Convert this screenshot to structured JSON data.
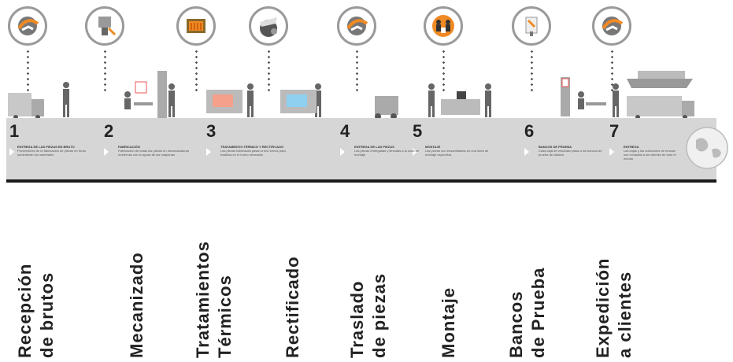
{
  "steps": [
    {
      "number": "1",
      "heading": "ENTREGA DE LAS PIEZAS EN BRUTO",
      "desc": "Proveedores de la fabricación de piezas en bruto suministran los materiales",
      "label_line1": "Recepción",
      "label_line2": "de brutos",
      "icon": "globe-icon"
    },
    {
      "number": "2",
      "heading": "FABRICACIÓN",
      "desc": "Fabricación de todas las piezas en mecanizadoras modernas con la ayuda de las máquinas",
      "label_line1": "Mecanizado",
      "label_line2": "",
      "icon": "machine-arm-icon"
    },
    {
      "number": "3",
      "heading": "TRATAMIENTO TÉRMICO Y RECTIFICADO",
      "desc": "Las piezas fabricadas pasan a los hornos para tratarlas en el horno necesario",
      "label_line1": "Tratamientos",
      "label_line2": "Térmicos",
      "icon": "oven-icon"
    },
    {
      "number": "",
      "heading": "",
      "desc": "",
      "label_line1": "Rectificado",
      "label_line2": "",
      "icon": "grinder-icon"
    },
    {
      "number": "4",
      "heading": "ENTREGA DE LAS PIEZAS",
      "desc": "Las piezas entregadas y llevadas a la zona de montaje",
      "label_line1": "Traslado",
      "label_line2": "de piezas",
      "icon": "globe-icon"
    },
    {
      "number": "5",
      "heading": "MONTAJE",
      "desc": "Las piezas son ensambladas en una línea de montaje específica",
      "label_line1": "Montaje",
      "label_line2": "",
      "icon": "workers-icon"
    },
    {
      "number": "6",
      "heading": "BANCOS DE PRUEBA",
      "desc": "Cada caja de velocidad pasa a los bancos de prueba de calidad",
      "label_line1": "Bancos",
      "label_line2": "de Prueba",
      "icon": "gauge-icon"
    },
    {
      "number": "7",
      "heading": "ENTREGA",
      "desc": "Las cajas y las soluciones de envase son enviadas a los clientes de todo el mundo",
      "label_line1": "Expedición",
      "label_line2": "a clientes",
      "icon": "globe-icon"
    }
  ],
  "colors": {
    "band": "#d6d6d6",
    "accent": "#f08a24",
    "line": "#1a1a1a"
  }
}
